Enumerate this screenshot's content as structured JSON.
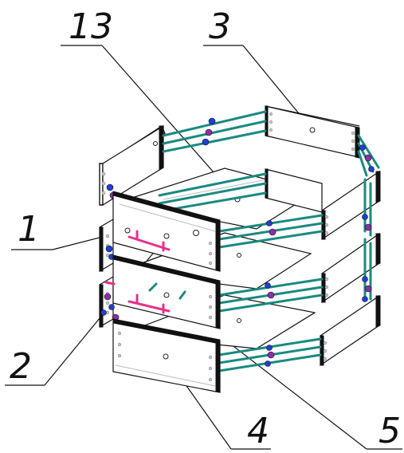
{
  "diagram": {
    "callouts": [
      {
        "id": "13",
        "label": "13"
      },
      {
        "id": "3",
        "label": "3"
      },
      {
        "id": "1",
        "label": "1"
      },
      {
        "id": "2",
        "label": "2"
      },
      {
        "id": "4",
        "label": "4"
      },
      {
        "id": "5",
        "label": "5"
      }
    ],
    "colors": {
      "outline": "#111111",
      "rod": "#1a8a80",
      "connector_blue": "#1f3fd8",
      "connector_purple": "#8a2fa8",
      "handle": "#e8308a",
      "ghost": "#bbbbbb"
    },
    "parts": [
      "panel",
      "shelf",
      "rod",
      "connector",
      "handle"
    ]
  }
}
